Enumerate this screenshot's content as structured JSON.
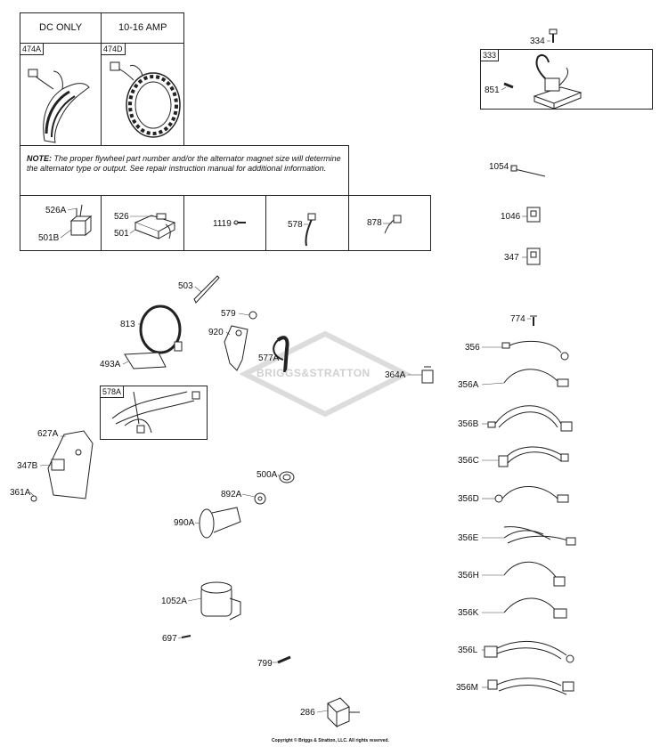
{
  "table": {
    "header_left": "DC ONLY",
    "header_right": "10-16 AMP",
    "tag_474a": "474A",
    "tag_474d": "474D",
    "note_prefix": "NOTE:",
    "note_text": "The proper flywheel part number and/or the alternator magnet size will determine the alternator type or output. See repair instruction manual for additional information."
  },
  "callout_333": "333",
  "callout_578a": "578A",
  "watermark": "BRIGGS&STRATTON",
  "copyright": "Copyright © Briggs & Stratton, LLC. All rights reserved.",
  "labels": {
    "p526a": "526A",
    "p501b": "501B",
    "p526": "526",
    "p501": "501",
    "p1119": "1119",
    "p578": "578",
    "p878": "878",
    "p334": "334",
    "p851": "851",
    "p1054": "1054",
    "p1046": "1046",
    "p347": "347",
    "p774": "774",
    "p356": "356",
    "p356a": "356A",
    "p356b": "356B",
    "p356c": "356C",
    "p356d": "356D",
    "p356e": "356E",
    "p356h": "356H",
    "p356k": "356K",
    "p356l": "356L",
    "p356m": "356M",
    "p503": "503",
    "p813": "813",
    "p579": "579",
    "p920": "920",
    "p493a": "493A",
    "p577a": "577A",
    "p364a": "364A",
    "p627a": "627A",
    "p347b": "347B",
    "p361a": "361A",
    "p500a": "500A",
    "p892a": "892A",
    "p990a": "990A",
    "p1052a": "1052A",
    "p697": "697",
    "p799": "799",
    "p286": "286"
  }
}
